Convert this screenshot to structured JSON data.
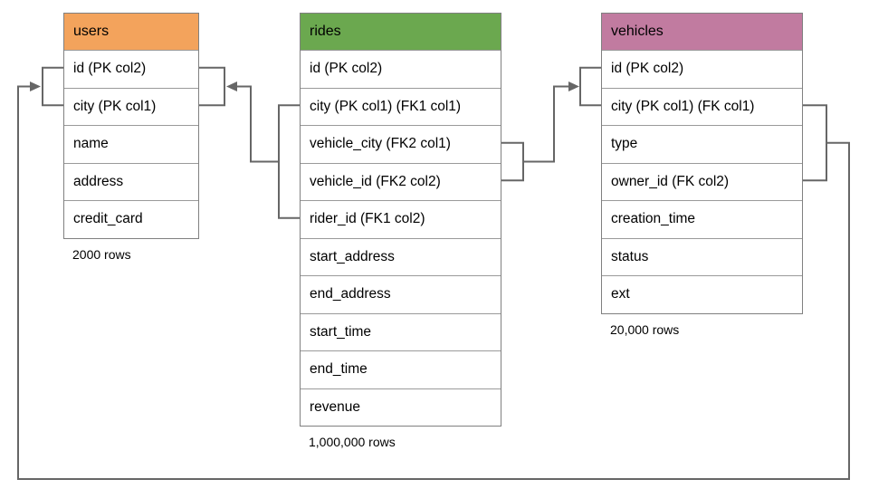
{
  "diagram": {
    "background_color": "#ffffff",
    "connector_color": "#666666",
    "tables": [
      {
        "name": "users",
        "header_color": "#f3a35c",
        "rows_label": "2000 rows",
        "columns": [
          "id (PK col2)",
          "city (PK col1)",
          "name",
          "address",
          "credit_card"
        ]
      },
      {
        "name": "rides",
        "header_color": "#6ba84f",
        "rows_label": "1,000,000 rows",
        "columns": [
          "id (PK col2)",
          "city (PK col1) (FK1 col1)",
          "vehicle_city (FK2 col1)",
          "vehicle_id (FK2 col2)",
          "rider_id (FK1 col2)",
          "start_address",
          "end_address",
          "start_time",
          "end_time",
          "revenue"
        ]
      },
      {
        "name": "vehicles",
        "header_color": "#c17ba0",
        "rows_label": "20,000 rows",
        "columns": [
          "id (PK col2)",
          "city (PK col1) (FK col1)",
          "type",
          "owner_id (FK col2)",
          "creation_time",
          "status",
          "ext"
        ]
      }
    ],
    "relationships": [
      {
        "name": "FK1",
        "from_table": "rides",
        "from_columns": "city, rider_id",
        "to_table": "users",
        "to_columns": "id, city"
      },
      {
        "name": "FK2",
        "from_table": "rides",
        "from_columns": "vehicle_city, vehicle_id",
        "to_table": "vehicles",
        "to_columns": "id, city"
      },
      {
        "name": "FK",
        "from_table": "vehicles",
        "from_columns": "city, owner_id",
        "to_table": "users",
        "to_columns": "id, city"
      }
    ]
  }
}
